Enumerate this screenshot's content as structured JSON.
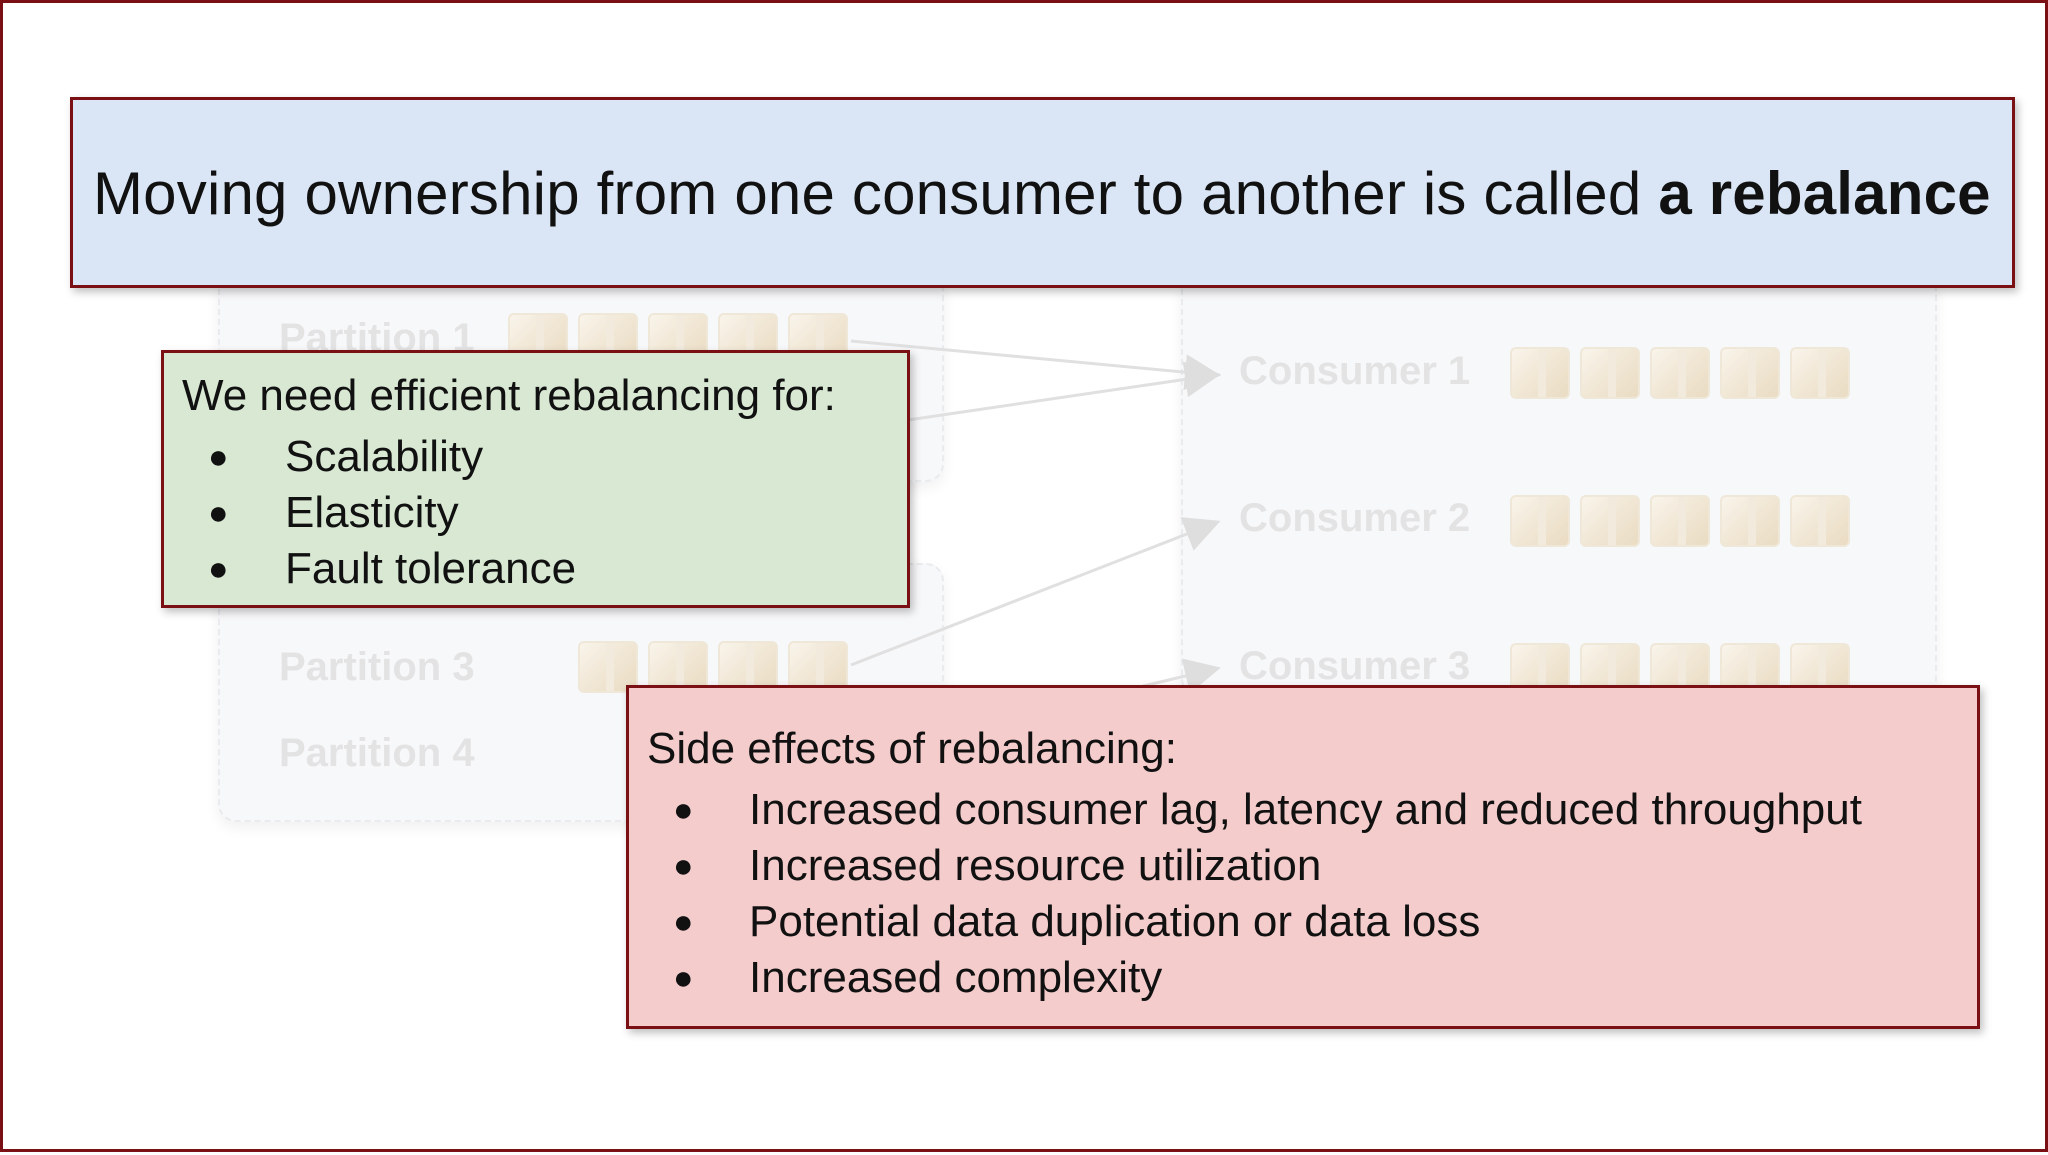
{
  "title": {
    "prefix": "Moving ownership from one consumer to another is called ",
    "emphasis": "a rebalance"
  },
  "benefits_box": {
    "heading": "We need efficient rebalancing for:",
    "items": [
      "Scalability",
      "Elasticity",
      "Fault tolerance"
    ]
  },
  "side_effects_box": {
    "heading": "Side effects of rebalancing:",
    "items": [
      "Increased consumer lag, latency and reduced throughput",
      "Increased resource utilization",
      "Potential data duplication or data loss",
      "Increased complexity"
    ]
  },
  "background_diagram": {
    "partitions": [
      "Partition 1",
      "Partition 3",
      "Partition 4"
    ],
    "consumers": [
      "Consumer 1",
      "Consumer 2",
      "Consumer 3"
    ]
  },
  "colors": {
    "border": "#7a1014",
    "title_fill": "#dae6f5",
    "benefits_fill": "#d8e8d3",
    "side_effects_fill": "#f4cccc"
  },
  "bullet_glyph": "●"
}
